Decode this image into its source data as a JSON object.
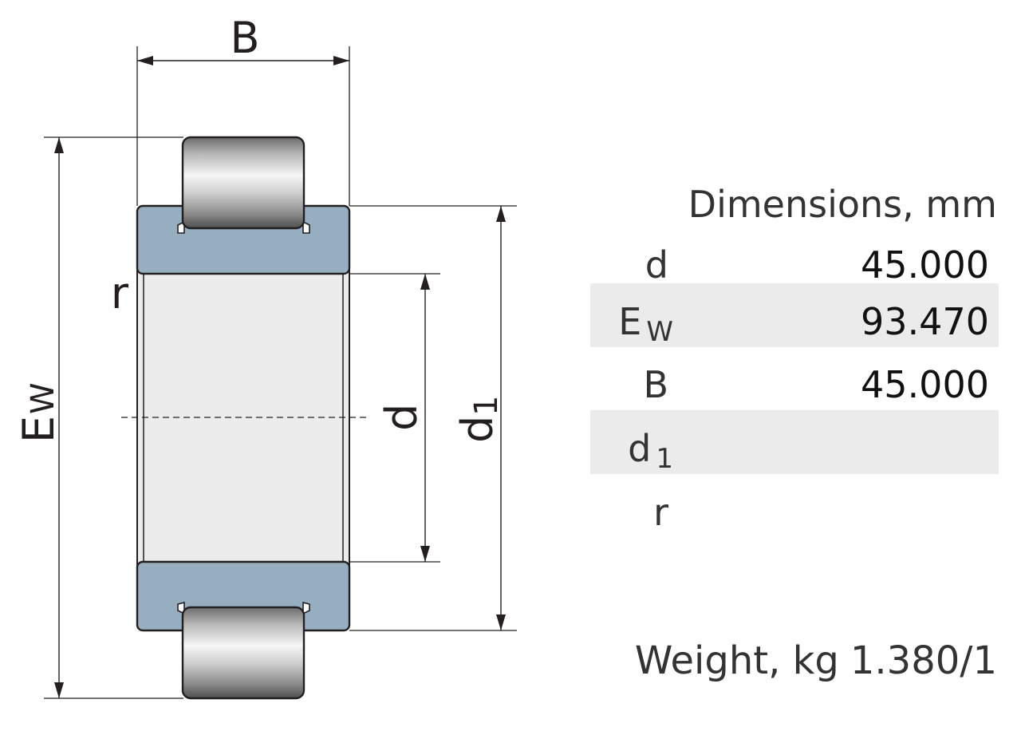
{
  "diagram": {
    "labels": {
      "B": "B",
      "Ew_main": "E",
      "Ew_sub": "W",
      "r": "r",
      "d": "d",
      "d1_main": "d",
      "d1_sub": "1"
    },
    "colors": {
      "line": "#231f20",
      "ring": "#96aec0",
      "bore": "#ececec",
      "roller_light": "#f4f4f4",
      "roller_dark": "#5a5a5a"
    }
  },
  "dimensions": {
    "title": "Dimensions, mm",
    "rows": [
      {
        "symbol": "d",
        "sub": "",
        "value": "45.000"
      },
      {
        "symbol": "E",
        "sub": "W",
        "value": "93.470"
      },
      {
        "symbol": "B",
        "sub": "",
        "value": "45.000"
      },
      {
        "symbol": "d",
        "sub": "1",
        "value": ""
      },
      {
        "symbol": "r",
        "sub": "",
        "value": ""
      }
    ]
  },
  "weight": {
    "label": "Weight, kg",
    "value": "1.380/1"
  }
}
